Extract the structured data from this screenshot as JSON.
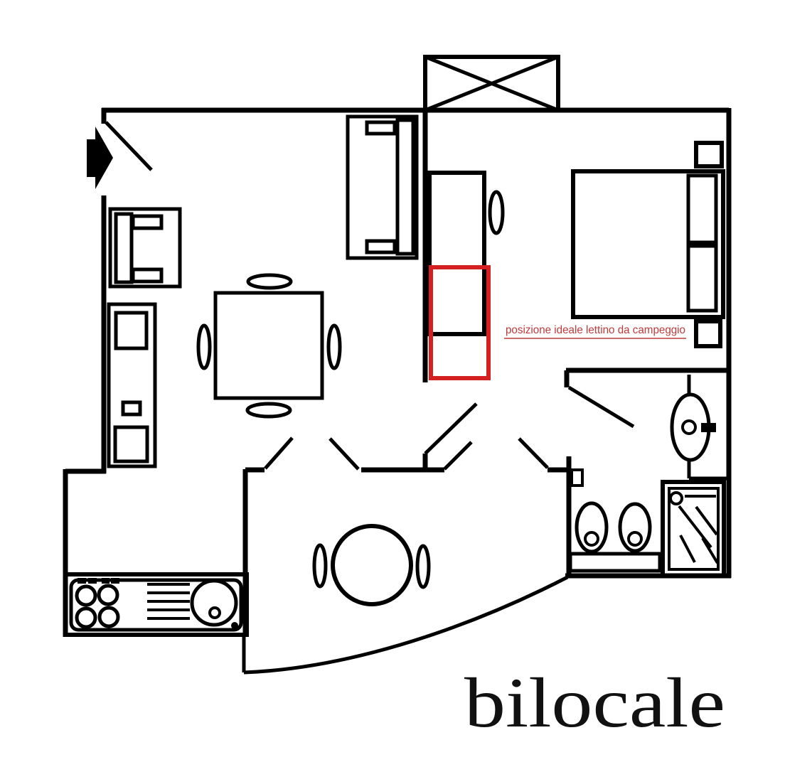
{
  "title": {
    "label": "bilocale"
  },
  "annotation": {
    "label": "posizione ideale lettino da campeggio",
    "underlined": true
  },
  "colors": {
    "background": "#ffffff",
    "line": "#000000",
    "highlight_box": "#d42020",
    "annotation_text": "#bf3a3a"
  },
  "plan": {
    "type": "apartment-floor-plan",
    "apartment_type": "bilocale (two-room apartment)",
    "highlight": "red rectangle marking ideal spot for a camping cot beside the wardrobe",
    "elements": [
      "entry-arrow",
      "entry-door-swing",
      "window",
      "armchair",
      "side-cabinet",
      "dining-table-with-four-chairs",
      "sofa",
      "wardrobe",
      "camping-cot-highlight",
      "double-bed-with-pillows",
      "nightstand-top",
      "nightstand-bottom",
      "bathroom-sink",
      "shower",
      "toilet",
      "bidet",
      "bathroom-shelf",
      "kitchen-hob-and-sink",
      "round-table-with-two-chairs",
      "interior-door-swings",
      "curved-exterior-wall"
    ]
  }
}
